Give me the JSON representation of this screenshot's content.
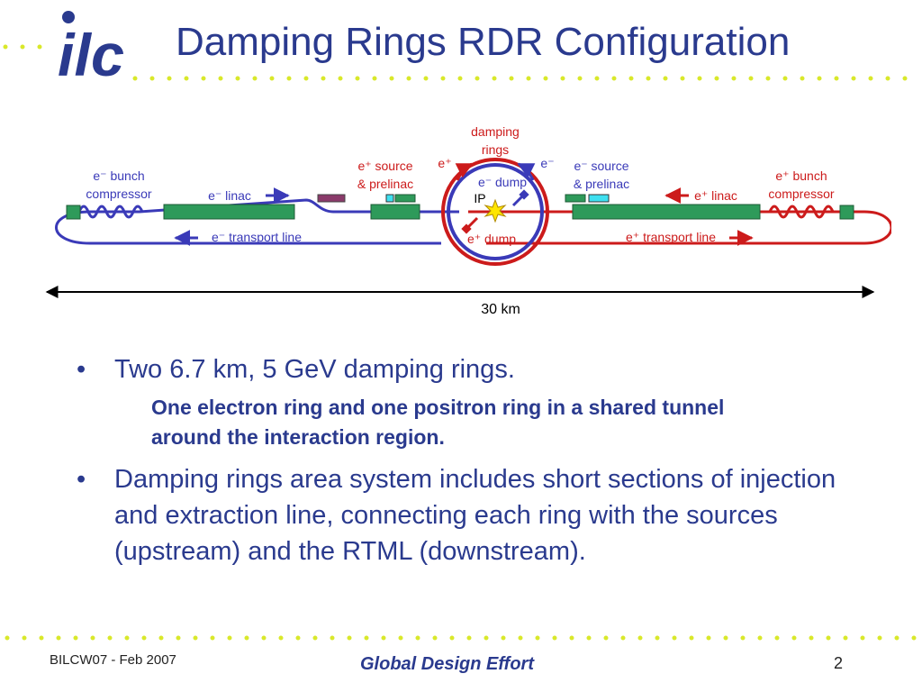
{
  "slide": {
    "title": "Damping Rings RDR Configuration",
    "logo_text": "ilc"
  },
  "diagram": {
    "left_compressor": [
      "e⁻ bunch",
      "compressor"
    ],
    "left_linac": "e⁻ linac",
    "left_transport": "e⁻ transport line",
    "left_source": [
      "e⁺ source",
      "& prelinac"
    ],
    "rings_label": [
      "damping",
      "rings"
    ],
    "ring_eplus": "e⁺",
    "ring_eminus": "e⁻",
    "edump": "e⁻ dump",
    "ip": "IP",
    "pdump": "e⁺ dump",
    "right_source": [
      "e⁻ source",
      "& prelinac"
    ],
    "right_compressor": [
      "e⁺ bunch",
      "compressor"
    ],
    "right_linac": "e⁺ linac",
    "right_transport": "e⁺ transport line",
    "scale": "30 km"
  },
  "bullets": {
    "b1": "Two 6.7 km, 5 GeV damping rings.",
    "sub1": "One electron ring and one positron ring in a shared tunnel around the interaction region.",
    "b2": "Damping rings area system includes short sections of injection and extraction line, connecting each ring with the sources (upstream) and the RTML (downstream)."
  },
  "footer": {
    "left": "BILCW07 - Feb 2007",
    "center": "Global Design Effort",
    "page": "2"
  },
  "colors": {
    "title": "#2a3a8e",
    "electron_line": "#3a3ab8",
    "positron_line": "#cc1b1b",
    "linac_green": "#2e9a5a",
    "dots": "#d9e82a"
  },
  "icons": {
    "logo": "ilc-logo",
    "ip_star": "star-icon",
    "bullet": "bullet-dot"
  }
}
